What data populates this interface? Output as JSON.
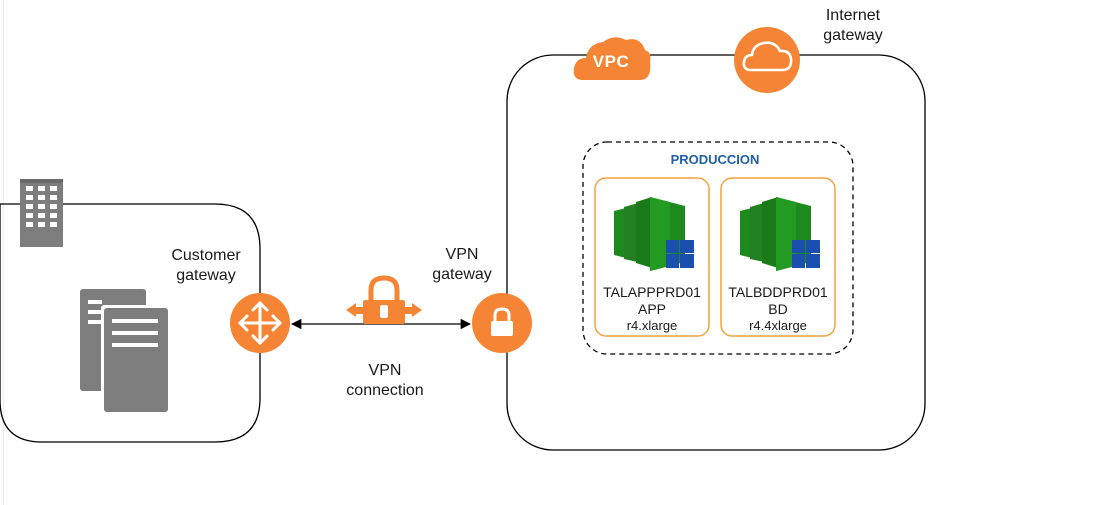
{
  "colors": {
    "aws_orange": "#f58534",
    "orange_border": "#f4a33f",
    "building_gray": "#7d7d7d",
    "server_green": "#1e8a1e",
    "windows_blue": "#1a4fb0",
    "production_title": "#1f5fa8"
  },
  "labels": {
    "internet_gateway": [
      "Internet",
      "gateway"
    ],
    "customer_gateway": [
      "Customer",
      "gateway"
    ],
    "vpn_gateway": [
      "VPN",
      "gateway"
    ],
    "vpn_connection": [
      "VPN",
      "connection"
    ],
    "vpc": "VPC",
    "production": "PRODUCCION"
  },
  "instances": [
    {
      "name": "TALAPPPRD01",
      "role": "APP",
      "type": "r4.xlarge"
    },
    {
      "name": "TALBDDPRD01",
      "role": "BD",
      "type": "r4.4xlarge"
    }
  ],
  "icons": {
    "customer_site": "building-icon",
    "customer_servers": "corporate-data-center-icon",
    "customer_gateway": "router-icon",
    "vpn_connection": "padlock-icon",
    "vpn_gateway": "lock-icon",
    "internet_gateway": "cloud-icon",
    "instance": "ec2-instance-icon",
    "os": "windows-icon"
  }
}
